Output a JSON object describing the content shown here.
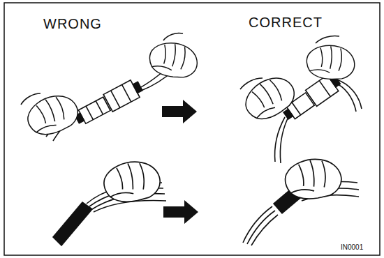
{
  "diagram": {
    "labels": [
      "WRONG",
      "CORRECT",
      "IN0001"
    ]
  }
}
